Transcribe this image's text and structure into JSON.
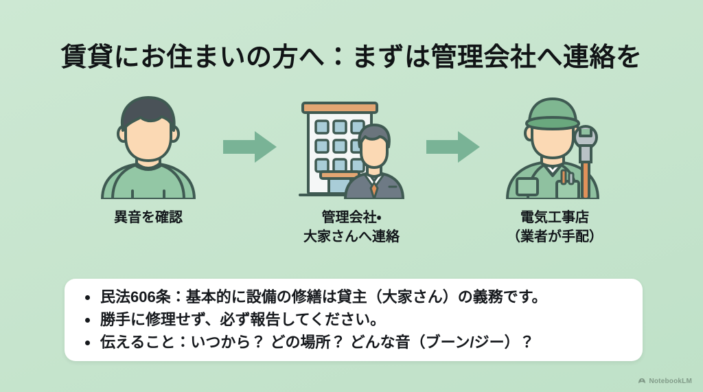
{
  "background_color": "#c7e4cf",
  "title": "賃貸にお住まいの方へ：まずは管理会社へ連絡を",
  "flow": {
    "steps": [
      {
        "id": "confirm-noise",
        "icon": "resident-person-icon",
        "caption_line1": "異音を確認",
        "caption_line2": ""
      },
      {
        "id": "contact-management",
        "icon": "office-building-manager-icon",
        "caption_line1": "管理会社・",
        "caption_line2": "大家さんへ連絡"
      },
      {
        "id": "electrician-dispatch",
        "icon": "electrician-worker-icon",
        "caption_line1": "電気工事店",
        "caption_line2": "（業者が手配）"
      }
    ],
    "arrow_icon": "right-arrow-icon",
    "arrow_color": "#79b396"
  },
  "notes": {
    "bullets": [
      "民法606条：基本的に設備の修繕は貸主（大家さん）の義務です。",
      "勝手に修理せず、必ず報告してください。",
      "伝えること：いつから？ どの場所？ どんな音（ブーン/ジー）？"
    ]
  },
  "watermark": {
    "icon": "notebooklm-logo-icon",
    "label": "NotebookLM"
  },
  "palette": {
    "background": "#c7e4cf",
    "arrow": "#79b396",
    "card": "#ffffff",
    "text": "#15181c",
    "skin": "#fbd9b4",
    "hair": "#4a5258",
    "shirt_green": "#8dc4a0",
    "suit_gray": "#6e7a85",
    "tie_orange": "#e0915a",
    "building_white": "#f5f7f7",
    "window_blue": "#a9cdd8",
    "roof_orange": "#e3a673",
    "outline": "#3f5a52",
    "wrench_gray": "#b9c2c6"
  }
}
